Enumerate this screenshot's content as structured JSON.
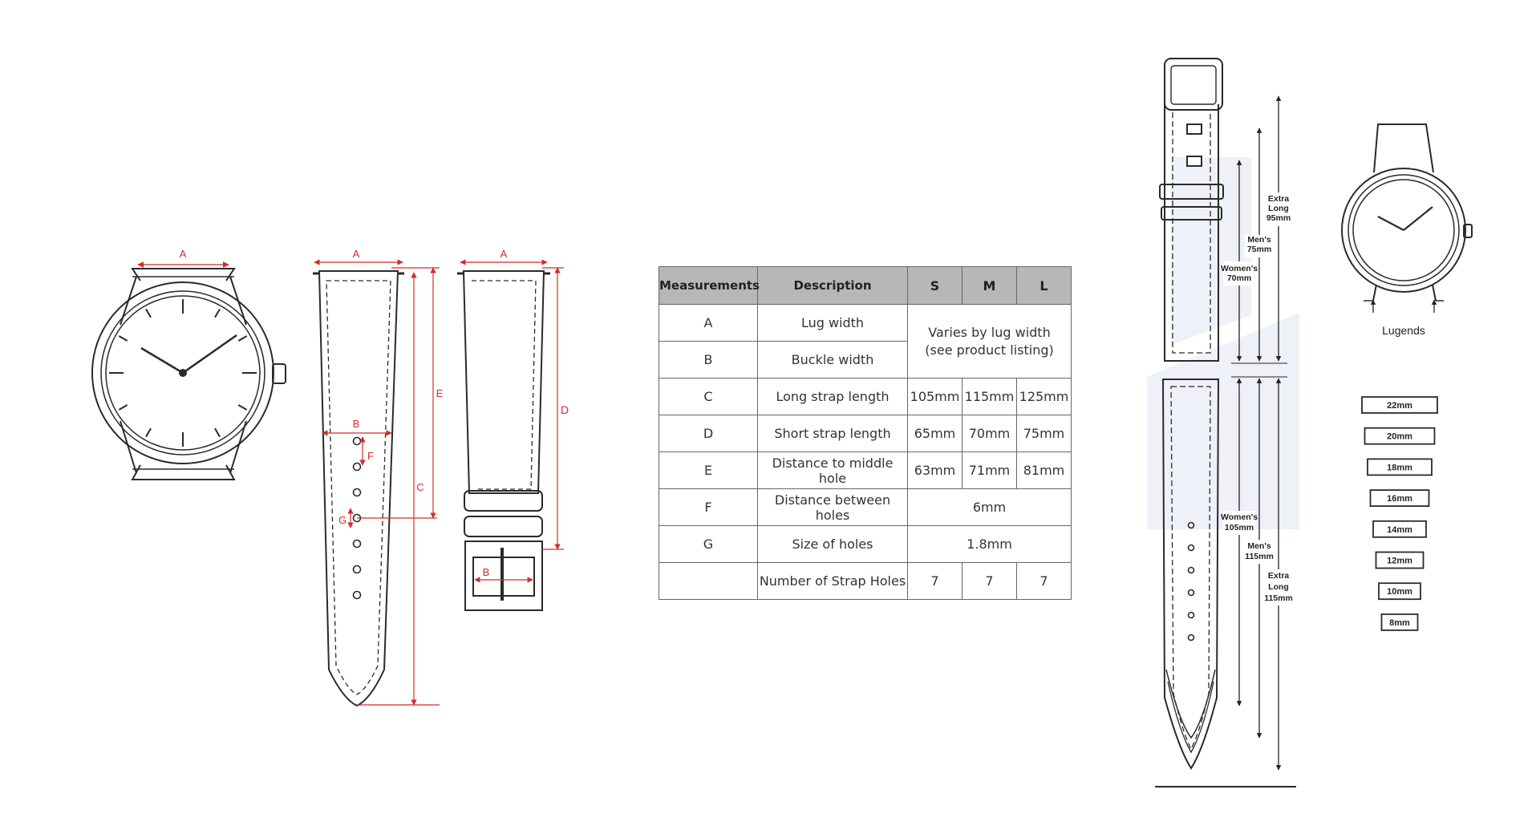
{
  "diagram_labels": {
    "watch_a": "A",
    "strap_a": "A",
    "strap_b": "B",
    "strap_c": "C",
    "strap_e": "E",
    "strap_f": "F",
    "strap_g": "G",
    "short_a": "A",
    "short_b": "B",
    "short_d": "D"
  },
  "table": {
    "headers": [
      "Measurements",
      "Description",
      "S",
      "M",
      "L"
    ],
    "rows": [
      {
        "code": "A",
        "desc": "Lug width"
      },
      {
        "code": "B",
        "desc": "Buckle width"
      },
      {
        "code": "C",
        "desc": "Long strap length",
        "s": "105mm",
        "m": "115mm",
        "l": "125mm"
      },
      {
        "code": "D",
        "desc": "Short strap length",
        "s": "65mm",
        "m": "70mm",
        "l": "75mm"
      },
      {
        "code": "E",
        "desc": "Distance to middle hole",
        "s": "63mm",
        "m": "71mm",
        "l": "81mm"
      },
      {
        "code": "F",
        "desc": "Distance between holes",
        "all": "6mm"
      },
      {
        "code": "G",
        "desc": "Size of holes",
        "all": "1.8mm"
      },
      {
        "code": "",
        "desc": "Number of Strap Holes",
        "s": "7",
        "m": "7",
        "l": "7"
      }
    ],
    "merged_note_line1": "Varies by lug width",
    "merged_note_line2": "(see product listing)"
  },
  "right_diagram": {
    "upper_womens": [
      "Women's",
      "70mm"
    ],
    "upper_mens": [
      "Men's",
      "75mm"
    ],
    "upper_extra": [
      "Extra",
      "Long",
      "95mm"
    ],
    "lower_womens": [
      "Women's",
      "105mm"
    ],
    "lower_mens": [
      "Men's",
      "115mm"
    ],
    "lower_extra": [
      "Extra",
      "Long",
      "115mm"
    ],
    "lugends_label": "Lugends",
    "sizes": [
      "22mm",
      "20mm",
      "18mm",
      "16mm",
      "14mm",
      "12mm",
      "10mm",
      "8mm"
    ]
  },
  "colors": {
    "dimension_red": "#d42a2a",
    "line_black": "#2a2a2a",
    "table_header_gray": "#b7b7b7"
  }
}
